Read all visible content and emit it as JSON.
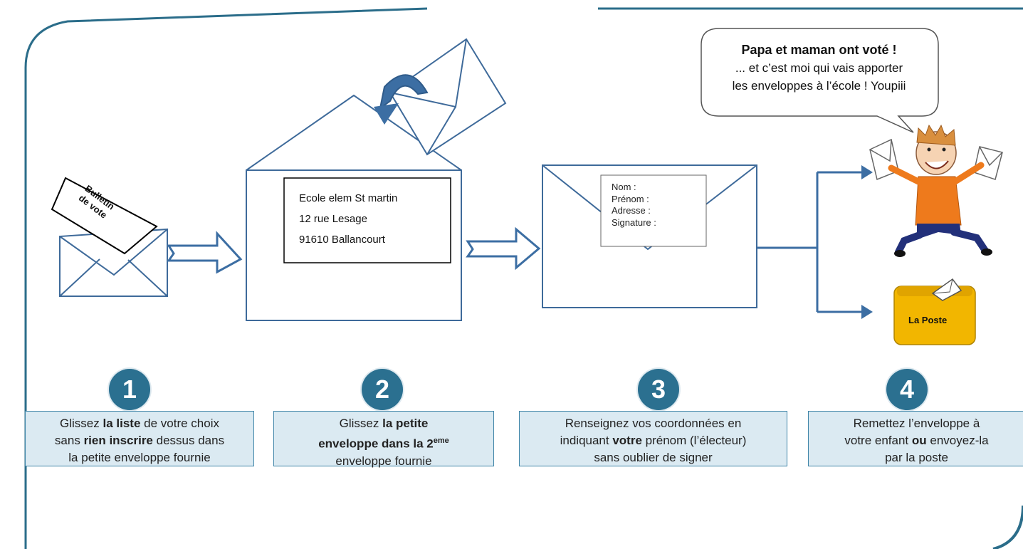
{
  "ballot": {
    "line1": "Bulletin",
    "line2": "de vote"
  },
  "address": {
    "line1": "Ecole elem St martin",
    "line2": "12 rue Lesage",
    "line3": "91610 Ballancourt"
  },
  "sender_form": {
    "nom": "Nom :",
    "prenom": "Prénom :",
    "adresse": "Adresse :",
    "signature": "Signature :"
  },
  "speech_bubble": {
    "line1": "Papa et maman ont voté !",
    "line2": "... et c’est moi qui vais apporter",
    "line3": "les enveloppes à l’école ! Youpiii"
  },
  "mailbox_label": "La Poste",
  "steps": [
    {
      "number": "1",
      "parts": [
        "Glissez ",
        "la liste",
        " de votre choix",
        "sans ",
        "rien inscrire",
        " dessus dans",
        "la petite enveloppe fournie"
      ]
    },
    {
      "number": "2",
      "parts": [
        "Glissez ",
        "la petite",
        "enveloppe  dans la 2",
        "eme",
        "enveloppe  fournie"
      ]
    },
    {
      "number": "3",
      "parts": [
        "Renseignez vos coordonnées en",
        "indiquant ",
        "votre",
        " prénom (l’électeur)",
        "sans oublier de signer"
      ]
    },
    {
      "number": "4",
      "parts": [
        "Remettez  l’enveloppe à",
        "votre enfant ",
        "ou",
        " envoyez-la",
        "par la poste"
      ]
    }
  ],
  "colors": {
    "frame": "#2b6d8a",
    "arrow": "#3c6ea3",
    "box_fill": "#dbeaf2",
    "circle": "#2b7090",
    "shirt": "#ee7a1c",
    "pants": "#22307a",
    "mailbox": "#f2b600"
  }
}
